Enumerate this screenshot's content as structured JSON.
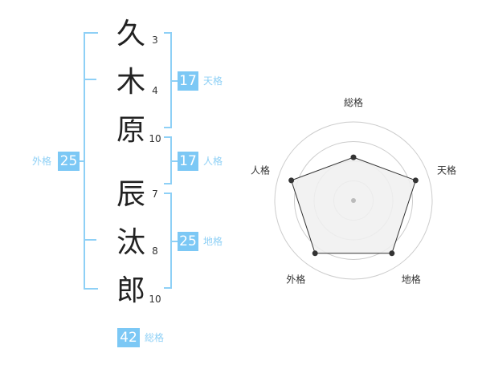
{
  "name": {
    "chars": [
      {
        "char": "久",
        "strokes": "3"
      },
      {
        "char": "木",
        "strokes": "4"
      },
      {
        "char": "原",
        "strokes": "10"
      },
      {
        "char": "辰",
        "strokes": "7"
      },
      {
        "char": "汰",
        "strokes": "8"
      },
      {
        "char": "郎",
        "strokes": "10"
      }
    ]
  },
  "kaku": {
    "tenkaku": {
      "value": "17",
      "label": "天格"
    },
    "jinkaku": {
      "value": "17",
      "label": "人格"
    },
    "chikaku": {
      "value": "25",
      "label": "地格"
    },
    "gaikaku": {
      "value": "25",
      "label": "外格"
    },
    "soukaku": {
      "value": "42",
      "label": "総格"
    }
  },
  "chart_data": {
    "type": "radar",
    "axes": [
      "総格",
      "天格",
      "地格",
      "外格",
      "人格"
    ],
    "values": [
      0.55,
      0.83,
      0.83,
      0.83,
      0.83
    ],
    "rings": 4,
    "colors": {
      "fill": "#f0f0f0",
      "line": "#333333",
      "ring": "#cccccc",
      "center": "#bbbbbb"
    }
  }
}
